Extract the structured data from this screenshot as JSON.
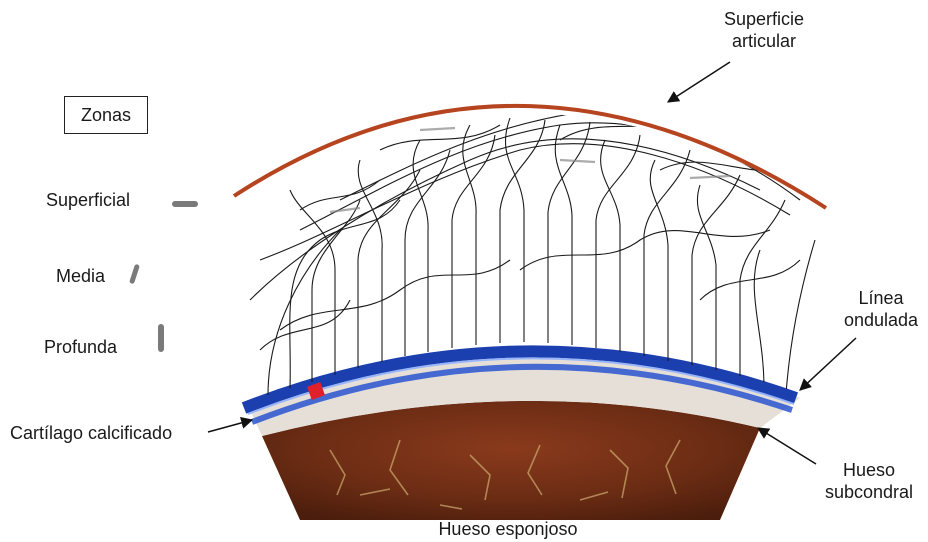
{
  "labels": {
    "superficie_articular": [
      "Superficie",
      "articular"
    ],
    "zonas": "Zonas",
    "superficial": "Superficial",
    "media": "Media",
    "profunda": "Profunda",
    "linea_ondulada": [
      "Línea",
      "ondulada"
    ],
    "cartilago_calcificado": "Cartílago calcificado",
    "hueso_subcondral": [
      "Hueso",
      "subcondral"
    ],
    "hueso_esponjoso": "Hueso esponjoso"
  },
  "colors": {
    "articular_surface": "#b5441f",
    "tidemark": "#1c3fb0",
    "calcified_band": "#e5dfd8",
    "cancellous_bone": "#6b2c14",
    "fibers": "#1a1a1a",
    "marker": "#e0202a",
    "zone_marker": "#7a7a7a"
  }
}
